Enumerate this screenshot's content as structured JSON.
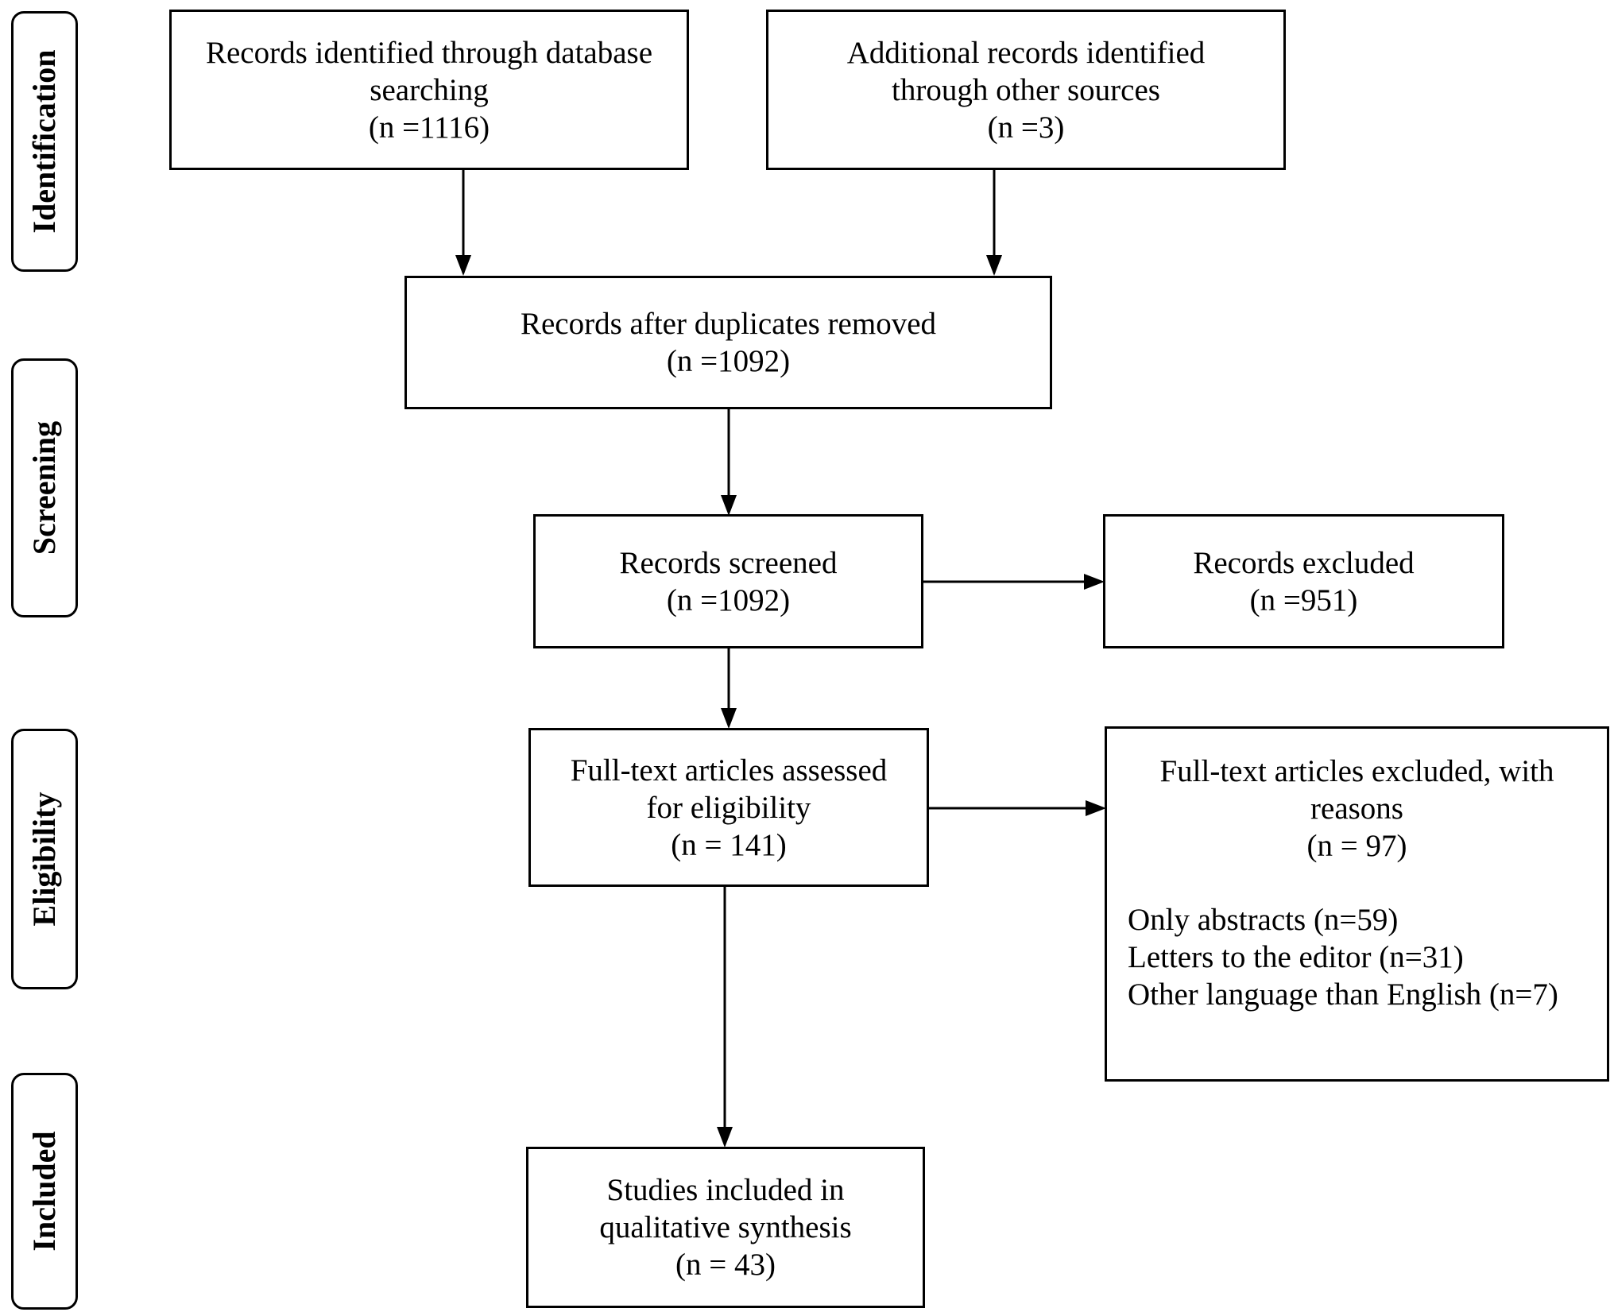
{
  "stages": {
    "identification": "Identification",
    "screening": "Screening",
    "eligibility": "Eligibility",
    "included": "Included"
  },
  "boxes": {
    "db_records": {
      "line1": "Records identified through database",
      "line2": "searching",
      "count": "(n =1116)"
    },
    "other_records": {
      "line1": "Additional records identified",
      "line2": "through other sources",
      "count": "(n =3)"
    },
    "after_duplicates": {
      "line1": "Records after duplicates removed",
      "count": "(n =1092)"
    },
    "screened": {
      "line1": "Records screened",
      "count": "(n =1092)"
    },
    "excluded": {
      "line1": "Records excluded",
      "count": "(n =951)"
    },
    "fulltext_assessed": {
      "line1": "Full-text articles assessed",
      "line2": "for eligibility",
      "count": "(n = 141)"
    },
    "fulltext_excluded": {
      "line1": "Full-text articles excluded, with",
      "line2": "reasons",
      "count": "(n = 97)",
      "reasons": [
        "Only abstracts (n=59)",
        "Letters to the editor (n=31)",
        "Other language than English (n=7)"
      ]
    },
    "included": {
      "line1": "Studies included in",
      "line2": "qualitative synthesis",
      "count": "(n = 43)"
    }
  }
}
